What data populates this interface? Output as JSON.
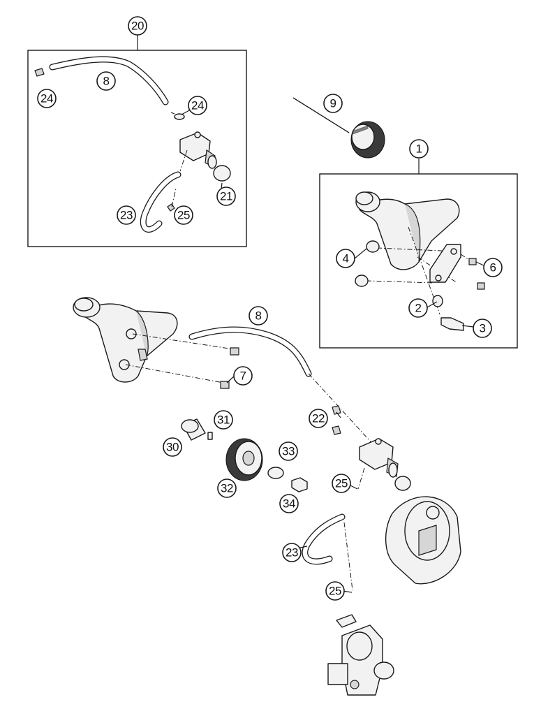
{
  "callouts": [
    {
      "id": "c20a",
      "label": "20"
    },
    {
      "id": "c8a",
      "label": "8"
    },
    {
      "id": "c24a",
      "label": "24"
    },
    {
      "id": "c24b",
      "label": "24"
    },
    {
      "id": "c21",
      "label": "21"
    },
    {
      "id": "c23a",
      "label": "23"
    },
    {
      "id": "c25a",
      "label": "25"
    },
    {
      "id": "c9",
      "label": "9"
    },
    {
      "id": "c1",
      "label": "1"
    },
    {
      "id": "c4",
      "label": "4"
    },
    {
      "id": "c6",
      "label": "6"
    },
    {
      "id": "c2",
      "label": "2"
    },
    {
      "id": "c3",
      "label": "3"
    },
    {
      "id": "c8b",
      "label": "8"
    },
    {
      "id": "c7",
      "label": "7"
    },
    {
      "id": "c31",
      "label": "31"
    },
    {
      "id": "c22",
      "label": "22"
    },
    {
      "id": "c30",
      "label": "30"
    },
    {
      "id": "c33",
      "label": "33"
    },
    {
      "id": "c32",
      "label": "32"
    },
    {
      "id": "c25b",
      "label": "25"
    },
    {
      "id": "c34",
      "label": "34"
    },
    {
      "id": "c23b",
      "label": "23"
    },
    {
      "id": "c25c",
      "label": "25"
    }
  ]
}
